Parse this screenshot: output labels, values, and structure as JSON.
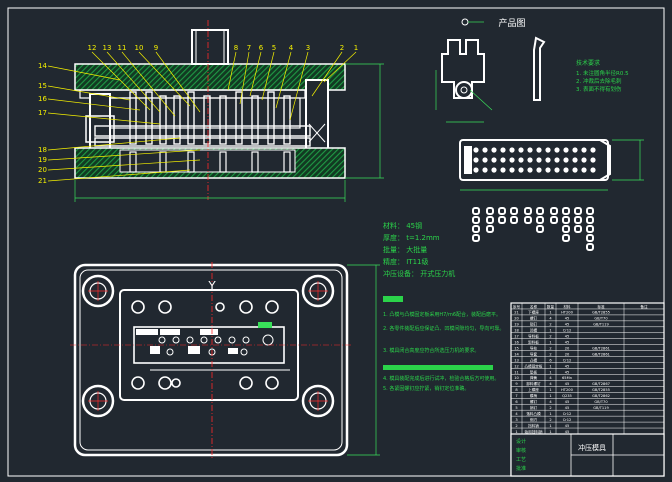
{
  "colors": {
    "background": "#212830",
    "line": "#ffffff",
    "hatch": "#1f9a45",
    "note": "#2bd34a",
    "label": "#f4f000",
    "center": "#ff2a2a",
    "dim": "#39e05a"
  },
  "labels": {
    "product_title": "产品图",
    "notes_title": "技术要求",
    "view_axis": "Y",
    "title_block": "冲压模具"
  },
  "callouts": {
    "top_row": [
      "12",
      "13",
      "11",
      "10",
      "9",
      "8",
      "7",
      "6",
      "5",
      "4",
      "3",
      "2",
      "1"
    ],
    "left_col": [
      "14",
      "15",
      "16",
      "17",
      "18",
      "19",
      "20",
      "21"
    ]
  },
  "spec_lines": [
    "材料： 45钢",
    "厚度： t=1.2mm",
    "批量： 大批量",
    "精度： IT11级",
    "冲压设备： 开式压力机"
  ],
  "product_notes": [
    "1. 未注圆角半径R0.5",
    "2. 冲裁后去除毛刺",
    "3. 表面不得有划伤"
  ],
  "tech_notes": [
    "1. 凸模与凸模固定板采用H7/m6配合，装配后磨平。",
    "2. 各零件装配后应保证凸、凹模间隙均匀，导向可靠。",
    "3. 模具闭合高度应符合所选压力机的要求。",
    "4. 模具装配完成后进行试冲，检验合格后方可使用。",
    "5. 各紧固螺钉应拧紧，销钉定位准确。"
  ],
  "bom": {
    "headers": [
      "序号",
      "名称",
      "数量",
      "材料",
      "标准",
      "备注"
    ],
    "rows": [
      [
        "21",
        "下模座",
        "1",
        "HT200",
        "GB/T2855",
        ""
      ],
      [
        "20",
        "螺钉",
        "4",
        "45",
        "GB/T70",
        ""
      ],
      [
        "19",
        "销钉",
        "2",
        "45",
        "GB/T119",
        ""
      ],
      [
        "18",
        "凹模",
        "1",
        "Cr12",
        "",
        ""
      ],
      [
        "17",
        "导料板",
        "2",
        "45",
        "",
        ""
      ],
      [
        "16",
        "卸料板",
        "1",
        "45",
        "",
        ""
      ],
      [
        "15",
        "导柱",
        "2",
        "20",
        "GB/T2861",
        ""
      ],
      [
        "14",
        "导套",
        "2",
        "20",
        "GB/T2861",
        ""
      ],
      [
        "13",
        "凸模",
        "6",
        "Cr12",
        "",
        ""
      ],
      [
        "12",
        "凸模固定板",
        "1",
        "45",
        "",
        ""
      ],
      [
        "11",
        "垫板",
        "1",
        "45",
        "",
        ""
      ],
      [
        "10",
        "弹簧",
        "4",
        "65Mn",
        "",
        ""
      ],
      [
        "9",
        "卸料螺钉",
        "4",
        "45",
        "GB/T2867",
        ""
      ],
      [
        "8",
        "上模座",
        "1",
        "HT200",
        "GB/T2855",
        ""
      ],
      [
        "7",
        "模柄",
        "1",
        "Q235",
        "GB/T2862",
        ""
      ],
      [
        "6",
        "螺钉",
        "4",
        "45",
        "GB/T70",
        ""
      ],
      [
        "5",
        "销钉",
        "2",
        "45",
        "GB/T119",
        ""
      ],
      [
        "4",
        "落料凸模",
        "1",
        "Cr12",
        "",
        ""
      ],
      [
        "3",
        "侧刃",
        "2",
        "Cr12",
        "",
        ""
      ],
      [
        "2",
        "挡料销",
        "1",
        "45",
        "",
        ""
      ],
      [
        "1",
        "始用挡料销",
        "1",
        "45",
        "",
        ""
      ]
    ],
    "title_rows": [
      [
        "设计",
        "",
        "",
        ""
      ],
      [
        "审核",
        "",
        "",
        ""
      ],
      [
        "工艺",
        "",
        "",
        ""
      ],
      [
        "批准",
        "",
        "",
        ""
      ]
    ]
  }
}
